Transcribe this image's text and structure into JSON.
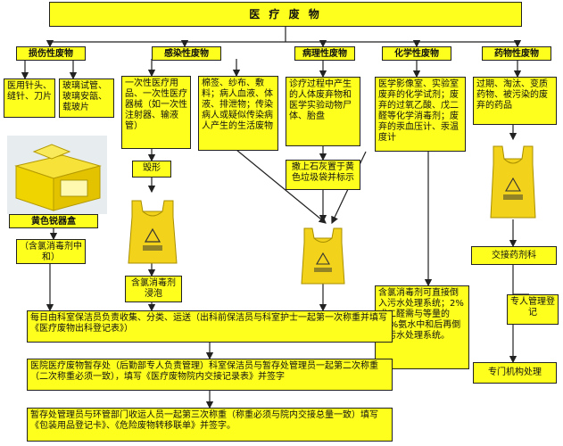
{
  "title": "医 疗 废 物",
  "categories": {
    "injury": {
      "header": "损伤性废物",
      "item1": "医用针头、缝针、刀片",
      "item2": "玻璃试管、玻璃安瓿、载玻片",
      "container": "黄色锐器盒",
      "disinfect": "（含氯消毒剂中和）"
    },
    "infect": {
      "header": "感染性废物",
      "item1": "一次性医疗用品、一次性医疗器械（如一次性注射器、输液管）",
      "item2": "棉签、纱布、敷料；病人血液、体液、排泄物；传染病人或疑似传染病人产生的生活废物",
      "step1": "毁形",
      "step2": "含氯消毒剂浸泡"
    },
    "patho": {
      "header": "病理性废物",
      "item1": "诊疗过程中产生的人体废弃物和医学实验动物尸体、胎盘",
      "step1": "撒上石灰置于黄色垃圾袋并标示"
    },
    "chem": {
      "header": "化学性废物",
      "item1": "医学影像室、实验室废弃的化学试剂；废弃的过氧乙酸、戊二醛等化学消毒剂；废弃的汞血压计、汞温度计",
      "step1": "含氯消毒剂可直接倒入污水处理系统；2%戊二醛需与等量的25%氨水中和后再倒入污水处理系统。"
    },
    "drug": {
      "header": "药物性废物",
      "item1": "过期、淘汰、变质药物、被污染的废弃的药品",
      "step1": "交接药剂科",
      "step2": "专人管理登记",
      "step3": "专门机构处理"
    }
  },
  "process": {
    "step1": "每日由科室保洁员负责收集、分类、运送（出科前保洁员与科室护士一起第一次称重并填写《医疗废物出科登记表》）",
    "step2": "医院医疗废物暂存处（后勤部专人负责管理）科室保洁员与暂存处管理员一起第二次称重（二次称重必须一致），填写《医疗废物院内交接记录表》并签字",
    "step3": "暂存处管理员与环管部门收运人员一起第三次称重（称重必须与院内交接总量一致）填写《包装用品登记卡》、《危险废物转移联单》并签字。"
  },
  "colors": {
    "box": "#ffff1e",
    "line": "#222222",
    "bag": "#f2d21a",
    "sharps_box": "#f0d400"
  },
  "icons": [
    "sharps-container-image",
    "yellow-waste-bag-image"
  ]
}
